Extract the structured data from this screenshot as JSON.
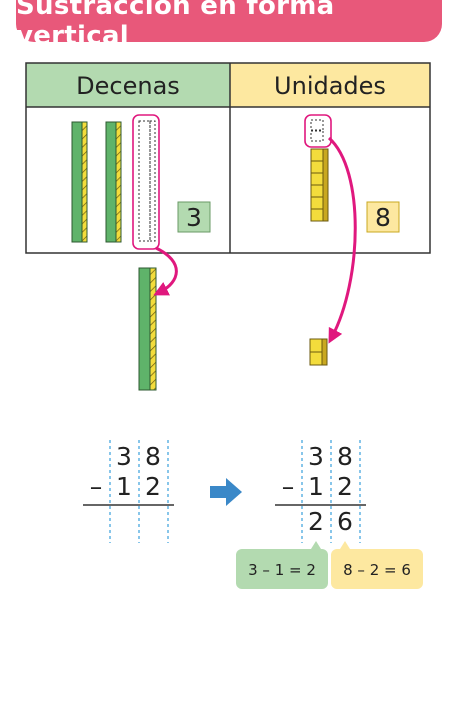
{
  "title": "Sustracción en forma vertical",
  "table": {
    "header_tens": "Decenas",
    "header_units": "Unidades",
    "tens_count": "3",
    "units_count": "8"
  },
  "subtraction_left": {
    "top_tens": "3",
    "top_units": "8",
    "operator": "–",
    "bottom_tens": "1",
    "bottom_units": "2"
  },
  "subtraction_right": {
    "top_tens": "3",
    "top_units": "8",
    "operator": "–",
    "bottom_tens": "1",
    "bottom_units": "2",
    "result_tens": "2",
    "result_units": "6"
  },
  "hints": {
    "tens": "3 – 1 = 2",
    "units": "8 – 2 = 6"
  },
  "colors": {
    "banner": "#e8587a",
    "tens_header": "#b3dab0",
    "units_header": "#fde8a0",
    "rod_green": "#5fb36a",
    "cube_yellow": "#f3dc3c",
    "arrow_pink": "#e0187e",
    "arrow_blue": "#3a88c8"
  }
}
